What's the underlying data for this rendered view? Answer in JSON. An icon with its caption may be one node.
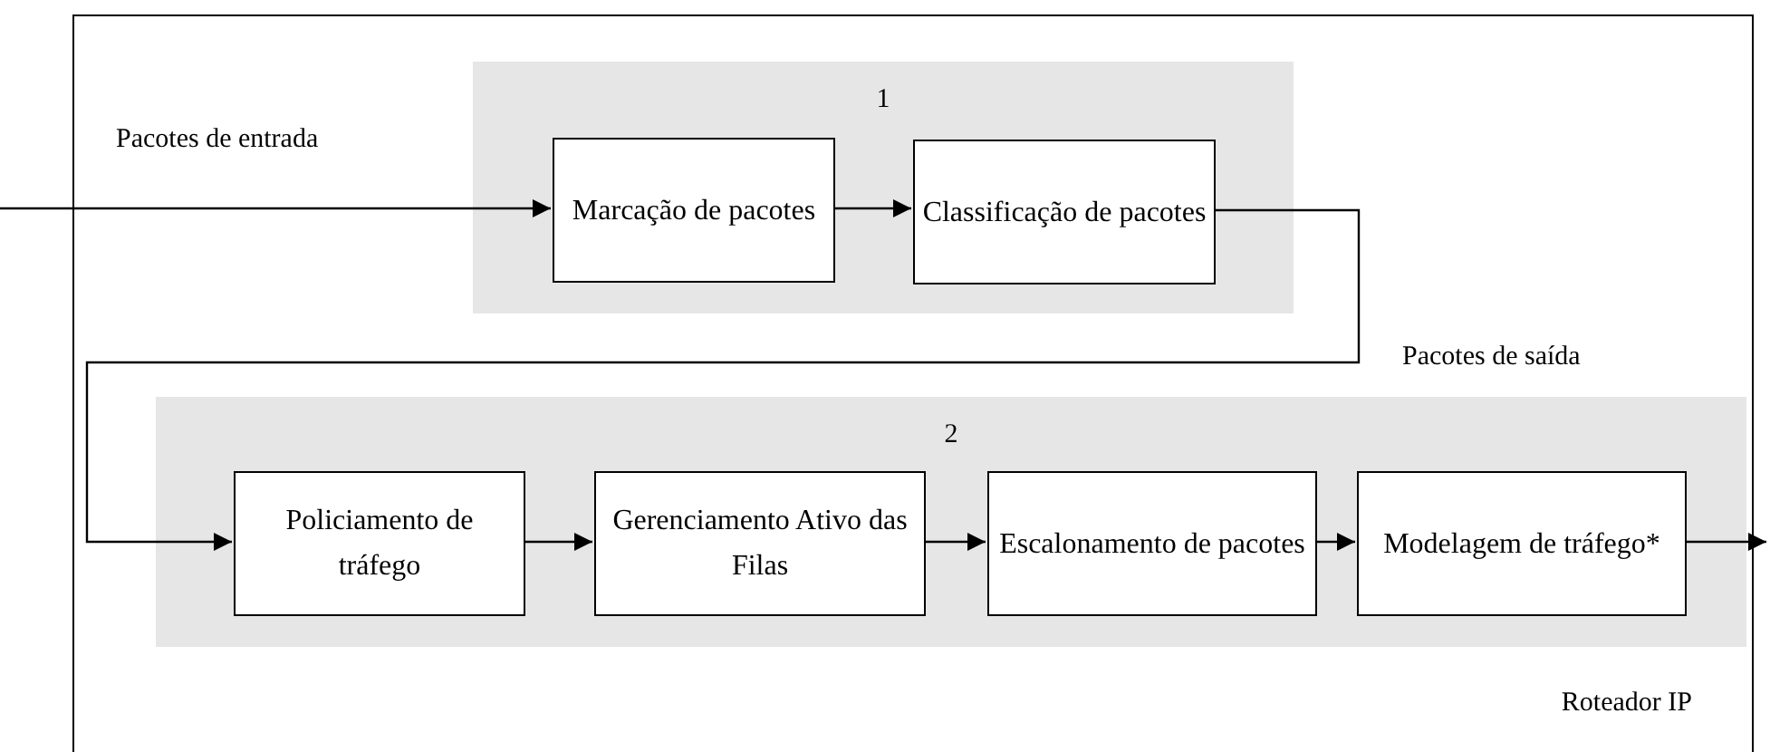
{
  "diagram": {
    "nodes": [
      {
        "text": [
          "Roteador IP"
        ]
      },
      {
        "text": [
          "1"
        ],
        "in": 0
      },
      {
        "text": [
          "Marcação de pacotes"
        ],
        "in": 1
      },
      {
        "text": [
          "Classificação de pacotes"
        ],
        "in": 1
      },
      {
        "text": [
          "2"
        ],
        "in": 0
      },
      {
        "text": [
          "Policiamento de tráfego"
        ],
        "in": 4
      },
      {
        "text": [
          "Gerenciamento Ativo das Filas"
        ],
        "in": 4
      },
      {
        "text": [
          "Escalonamento de pacotes"
        ],
        "in": 4
      },
      {
        "text": [
          "Modelagem de tráfego*"
        ],
        "in": 4
      }
    ],
    "edges": [
      {
        "from": null,
        "to": 2,
        "arrow": "to"
      },
      {
        "from": 2,
        "to": 3,
        "arrow": "to"
      },
      {
        "from": 3,
        "to": 5,
        "arrow": "to"
      },
      {
        "from": 5,
        "to": 6,
        "arrow": "to"
      },
      {
        "from": 6,
        "to": 7,
        "arrow": "to"
      },
      {
        "from": 7,
        "to": 8,
        "arrow": "to"
      },
      {
        "from": 8,
        "to": null,
        "arrow": "to"
      }
    ],
    "labels": [
      "Pacotes de entrada",
      "Pacotes de saída"
    ]
  }
}
